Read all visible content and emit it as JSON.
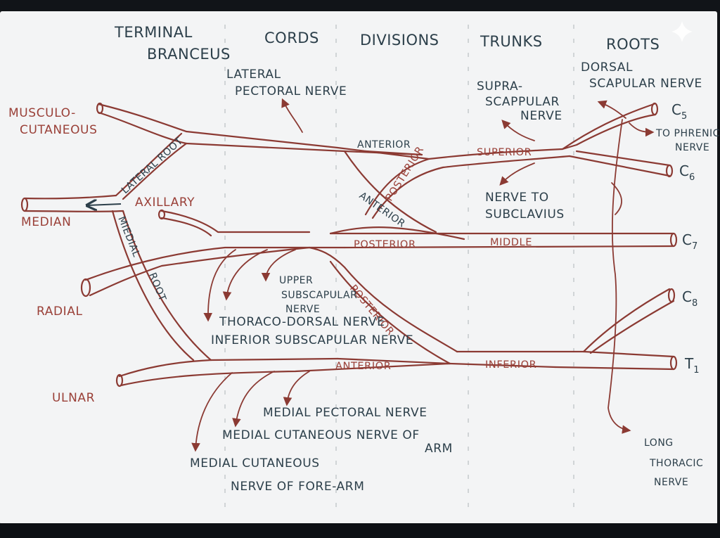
{
  "headers": {
    "terminal_line1": "TERMINAL",
    "terminal_line2": "BRANCEUS",
    "cords": "CORDS",
    "divisions": "DIVISIONS",
    "trunks": "TRUNKS",
    "roots": "ROOTS"
  },
  "roots": {
    "c5": "C",
    "c5_sub": "5",
    "c6": "C",
    "c6_sub": "6",
    "c7": "C",
    "c7_sub": "7",
    "c8": "C",
    "c8_sub": "8",
    "t1": "T",
    "t1_sub": "1"
  },
  "trunks": {
    "superior": "SUPERIOR",
    "middle": "MIDDLE",
    "inferior": "INFERIOR"
  },
  "divisions": {
    "anterior_top": "ANTERIOR",
    "posterior_diag": "POSTERIOR",
    "anterior_diag": "ANTERIOR",
    "posterior_mid": "POSTERIOR",
    "posterior_lower": "POSTERIOR",
    "anterior_bottom": "ANTERIOR"
  },
  "cords": {
    "lateral_root": "LATERAL ROOT",
    "medial_root_1": "MIEDIAL",
    "medial_root_2": "ROOT"
  },
  "terminal": {
    "musculo_1": "MUSCULO-",
    "musculo_2": "CUTANEOUS",
    "median": "MEDIAN",
    "axillary": "AXILLARY",
    "radial": "RADIAL",
    "ulnar": "ULNAR"
  },
  "branches": {
    "lateral_pectoral_1": "LATERAL",
    "lateral_pectoral_2": "PECTORAL NERVE",
    "suprascapular_1": "SUPRA-",
    "suprascapular_2": "SCAPPULAR",
    "suprascapular_3": "NERVE",
    "dorsal_scapular_1": "DORSAL",
    "dorsal_scapular_2": "SCAPULAR NERVE",
    "to_phrenic_1": "TO PHRENIC",
    "to_phrenic_2": "NERVE",
    "subclavius_1": "NERVE TO",
    "subclavius_2": "SUBCLAVIUS",
    "upper_subscap_1": "UPPER",
    "upper_subscap_2": "SUBSCAPULAR",
    "upper_subscap_3": "NERVE",
    "thoraco_dorsal": "THORACO-DORSAL NERVE",
    "inferior_subscap": "INFERIOR SUBSCAPULAR NERVE",
    "medial_pectoral": "MEDIAL PECTORAL NERVE",
    "mc_arm_1": "MEDIAL CUTANEOUS NERVE OF",
    "mc_arm_2": "ARM",
    "mc_forearm_1": "MEDIAL CUTANEOUS",
    "mc_forearm_2": "NERVE OF FORE-ARM",
    "long_thoracic_1": "LONG",
    "long_thoracic_2": "THORACIC",
    "long_thoracic_3": "NERVE"
  },
  "colors": {
    "nerve": "#8b3a33",
    "label_red": "#9a4038",
    "label_navy": "#2c3f4a",
    "paper": "#f3f4f5"
  }
}
